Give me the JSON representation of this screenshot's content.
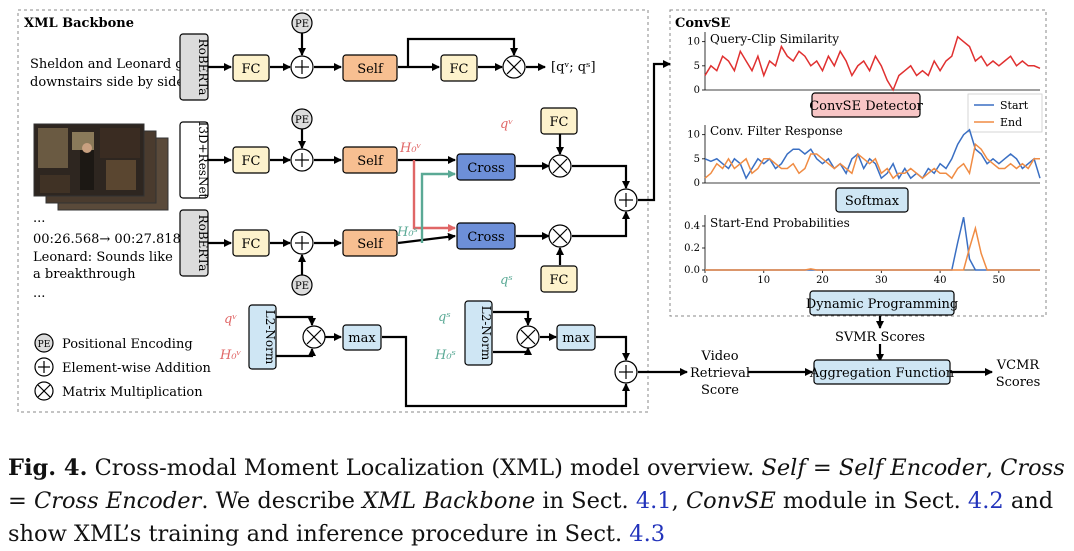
{
  "backbone": {
    "title": "XML Backbone",
    "query_text": [
      "Sheldon and Leonard go",
      "downstairs side by side."
    ],
    "subtitle_text": [
      "...",
      "00:26.568→ 00:27.818",
      "Leonard: Sounds like",
      "a breakthrough",
      "..."
    ],
    "encoder_query": "RoBERTa",
    "encoder_video": "I3D+ResNet",
    "encoder_sub": "RoBERTa",
    "fc": "FC",
    "self": "Self",
    "cross": "Cross",
    "pe": "PE",
    "l2norm": "L2-Norm",
    "max": "max",
    "h0v": "H₀ᵛ",
    "h0s": "H₀ˢ",
    "qv": "qᵛ",
    "qs": "qˢ",
    "q_output": "[qᵛ; qˢ]"
  },
  "legend": {
    "pe_label": "Positional Encoding",
    "add_label": "Element-wise Addition",
    "mul_label": "Matrix Multiplication"
  },
  "convse": {
    "title": "ConvSE",
    "chart1_title": "Query-Clip Similarity",
    "detector": "ConvSE Detector",
    "chart2_title": "Conv. Filter Response",
    "softmax": "Softmax",
    "chart3_title": "Start-End Probabilities",
    "dp": "Dynamic Programming",
    "legend_start": "Start",
    "legend_end": "End"
  },
  "outputs": {
    "video_retrieval": [
      "Video",
      "Retrieval",
      "Score"
    ],
    "svmr": "SVMR Scores",
    "aggregation": "Aggregation Function",
    "vcmr": [
      "VCMR",
      "Scores"
    ]
  },
  "colors": {
    "fc_fill": "#fdf2cc",
    "self_fill": "#f7bf91",
    "cross_fill": "#6d8fd8",
    "l2_fill": "#cfe6f4",
    "detector_fill": "#f8c6c6",
    "softmax_fill": "#cfe6f4",
    "video_color": "#e06666",
    "sub_color": "#5aa995",
    "start_line": "#3a6fc3",
    "end_line": "#f08c44",
    "sim_line": "#e03030"
  },
  "chart_data": [
    {
      "type": "line",
      "title": "Query-Clip Similarity",
      "yticks": [
        0,
        5,
        10
      ],
      "ylim": [
        0,
        12
      ],
      "xlim": [
        0,
        57
      ],
      "series": [
        {
          "values": [
            3,
            5,
            4,
            7,
            6,
            4,
            8,
            6,
            4,
            7,
            3,
            6,
            5,
            9,
            7,
            6,
            8,
            7,
            5,
            6,
            4,
            7,
            5,
            8,
            6,
            3,
            5,
            6,
            4,
            7,
            5,
            2,
            0,
            3,
            4,
            5,
            3,
            4,
            3,
            6,
            4,
            6,
            7,
            11,
            10,
            9,
            6,
            7,
            5,
            6,
            5,
            6,
            7,
            5,
            6,
            5,
            5,
            4.5
          ]
        }
      ]
    },
    {
      "type": "line",
      "title": "Conv. Filter Response",
      "yticks": [
        0,
        5,
        10
      ],
      "ylim": [
        0,
        12
      ],
      "xlim": [
        0,
        57
      ],
      "series": [
        {
          "name": "Start",
          "values": [
            5,
            4.5,
            5,
            4,
            3,
            5,
            4,
            1,
            3,
            5,
            4,
            5,
            3,
            4,
            6,
            7,
            7,
            6,
            7,
            5,
            4,
            5,
            3,
            4,
            2,
            5,
            6,
            3,
            5,
            4,
            1,
            2,
            4,
            1,
            3,
            1,
            2,
            1,
            3,
            2,
            4,
            3,
            5,
            8,
            10,
            11,
            7,
            6,
            4,
            5,
            4,
            5,
            6,
            5,
            3,
            4,
            5,
            1
          ]
        },
        {
          "name": "End",
          "values": [
            1,
            2,
            4,
            3,
            5,
            3,
            4,
            5,
            2,
            3,
            5,
            5,
            4,
            3,
            3,
            4,
            2,
            3,
            6,
            6,
            5,
            4,
            3,
            4,
            3,
            2,
            6,
            5,
            4,
            5,
            2,
            3,
            1,
            2,
            2,
            3,
            2,
            1,
            2,
            3,
            2,
            2,
            1,
            3,
            4,
            2,
            8,
            7,
            5,
            4,
            3,
            3,
            4,
            3,
            4,
            3,
            5,
            5
          ]
        }
      ]
    },
    {
      "type": "line",
      "title": "Start-End Probabilities",
      "yticks": [
        0.0,
        0.2,
        0.4
      ],
      "ylim": [
        0,
        0.5
      ],
      "xlim": [
        0,
        57
      ],
      "xticks": [
        0,
        10,
        20,
        30,
        40,
        50
      ],
      "series": [
        {
          "name": "Start",
          "values": [
            0,
            0,
            0,
            0,
            0,
            0,
            0,
            0,
            0,
            0,
            0,
            0,
            0,
            0,
            0,
            0,
            0,
            0,
            0,
            0,
            0,
            0,
            0,
            0,
            0,
            0,
            0,
            0,
            0,
            0,
            0,
            0,
            0,
            0,
            0,
            0,
            0,
            0,
            0,
            0,
            0,
            0,
            0,
            0.25,
            0.48,
            0.1,
            0,
            0,
            0,
            0,
            0,
            0,
            0,
            0,
            0,
            0,
            0,
            0
          ]
        },
        {
          "name": "End",
          "values": [
            0,
            0,
            0,
            0,
            0,
            0,
            0,
            0,
            0,
            0,
            0,
            0,
            0,
            0,
            0,
            0,
            0,
            0,
            0.01,
            0,
            0,
            0,
            0,
            0,
            0,
            0,
            0,
            0,
            0,
            0,
            0,
            0,
            0,
            0,
            0,
            0,
            0,
            0,
            0,
            0,
            0,
            0,
            0,
            0,
            0,
            0.2,
            0.38,
            0.15,
            0,
            0,
            0,
            0,
            0,
            0,
            0,
            0,
            0,
            0
          ]
        }
      ]
    }
  ],
  "caption": {
    "label": "Fig. 4.",
    "text1": " Cross-modal Moment Localization (XML) model overview. ",
    "self_def": "Self = Self Encoder",
    "comma": ",",
    "cross_def": "Cross = Cross Encoder",
    "text2": ". We describe ",
    "xml_backbone": "XML Backbone",
    "text3": " in Sect. ",
    "ref1": "4.1",
    "text4": ", ",
    "convse": "ConvSE",
    "text5": " module in Sect. ",
    "ref2": "4.2",
    "text6": " and show XML’s training and inference procedure in Sect. ",
    "ref3": "4.3"
  }
}
